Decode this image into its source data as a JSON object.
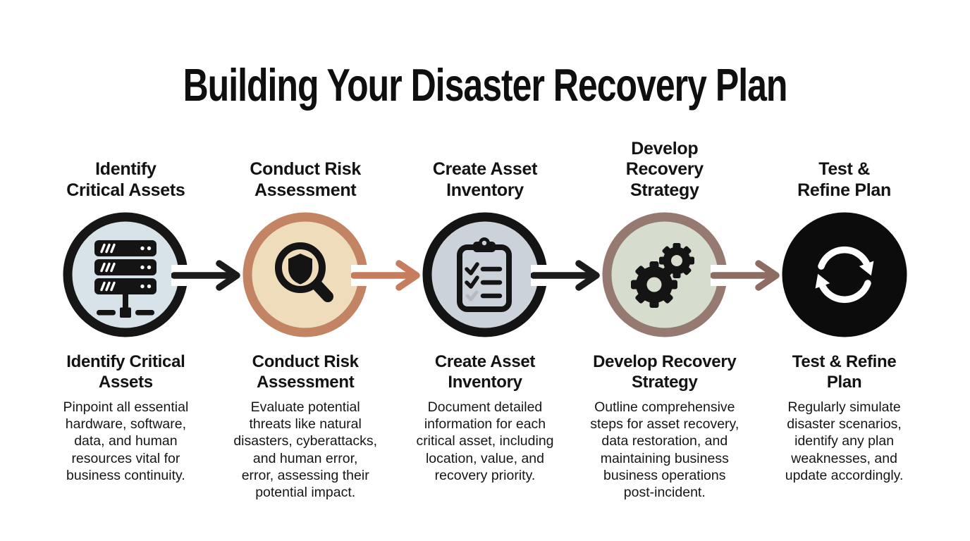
{
  "title": "Building Your Disaster Recovery Plan",
  "steps": [
    {
      "name": "identify-critical-assets",
      "icon": "server-rack-icon",
      "top_heading_lines": [
        "Identify",
        "Critical Assets"
      ],
      "heading_lines": [
        "Identify Critical",
        "Assets"
      ],
      "description_lines": [
        "Pinpoint all essential",
        "hardware, software,",
        "data, and human",
        "resources vital for",
        "business continuity."
      ],
      "circle_fill": "#d7e3e8",
      "ring_color": "#161616"
    },
    {
      "name": "conduct-risk-assessment",
      "icon": "shield-magnifier-icon",
      "top_heading_lines": [
        "Conduct Risk",
        "Assessment"
      ],
      "heading_lines": [
        "Conduct Risk",
        "Assessment"
      ],
      "description_lines": [
        "Evaluate potential",
        "threats like natural",
        "disasters, cyberattacks,",
        "and human error,",
        "error, assessing their",
        "potential impact."
      ],
      "circle_fill": "#eedcba",
      "ring_color": "#c38463"
    },
    {
      "name": "create-asset-inventory",
      "icon": "clipboard-checklist-icon",
      "top_heading_lines": [
        "Create Asset",
        "Inventory"
      ],
      "heading_lines": [
        "Create Asset",
        "Inventory"
      ],
      "description_lines": [
        "Document detailed",
        "information for each",
        "critical asset, including",
        "location, value, and",
        "recovery priority."
      ],
      "circle_fill": "#ccd2da",
      "ring_color": "#141414"
    },
    {
      "name": "develop-recovery-strategy",
      "icon": "gears-icon",
      "top_heading_lines": [
        "Develop",
        "Recovery",
        "Strategy"
      ],
      "heading_lines": [
        "Develop Recovery",
        "Strategy"
      ],
      "description_lines": [
        "Outline comprehensive",
        "steps for asset recovery,",
        "data restoration, and",
        "maintaining business",
        "business operations",
        "post-incident."
      ],
      "circle_fill": "#d6ddcf",
      "ring_color": "#967970"
    },
    {
      "name": "test-refine-plan",
      "icon": "sync-arrows-icon",
      "top_heading_lines": [
        "Test &",
        "Refine Plan"
      ],
      "heading_lines": [
        "Test & Refine",
        "Plan"
      ],
      "description_lines": [
        "Regularly simulate",
        "disaster scenarios,",
        "identify any plan",
        "weaknesses, and",
        "update accordingly."
      ],
      "circle_fill": "#0c0c0c",
      "ring_color": "#0c0c0c"
    }
  ],
  "arrows": [
    {
      "name": "arrow-step1-step2",
      "color": "#1b1b1b"
    },
    {
      "name": "arrow-step2-step3",
      "color": "#c57d5e"
    },
    {
      "name": "arrow-step3-step4",
      "color": "#1b1b1b"
    },
    {
      "name": "arrow-step4-step5",
      "color": "#8d6c63"
    }
  ],
  "icon_colors": {
    "dark": "#141414",
    "light": "#ffffff"
  }
}
